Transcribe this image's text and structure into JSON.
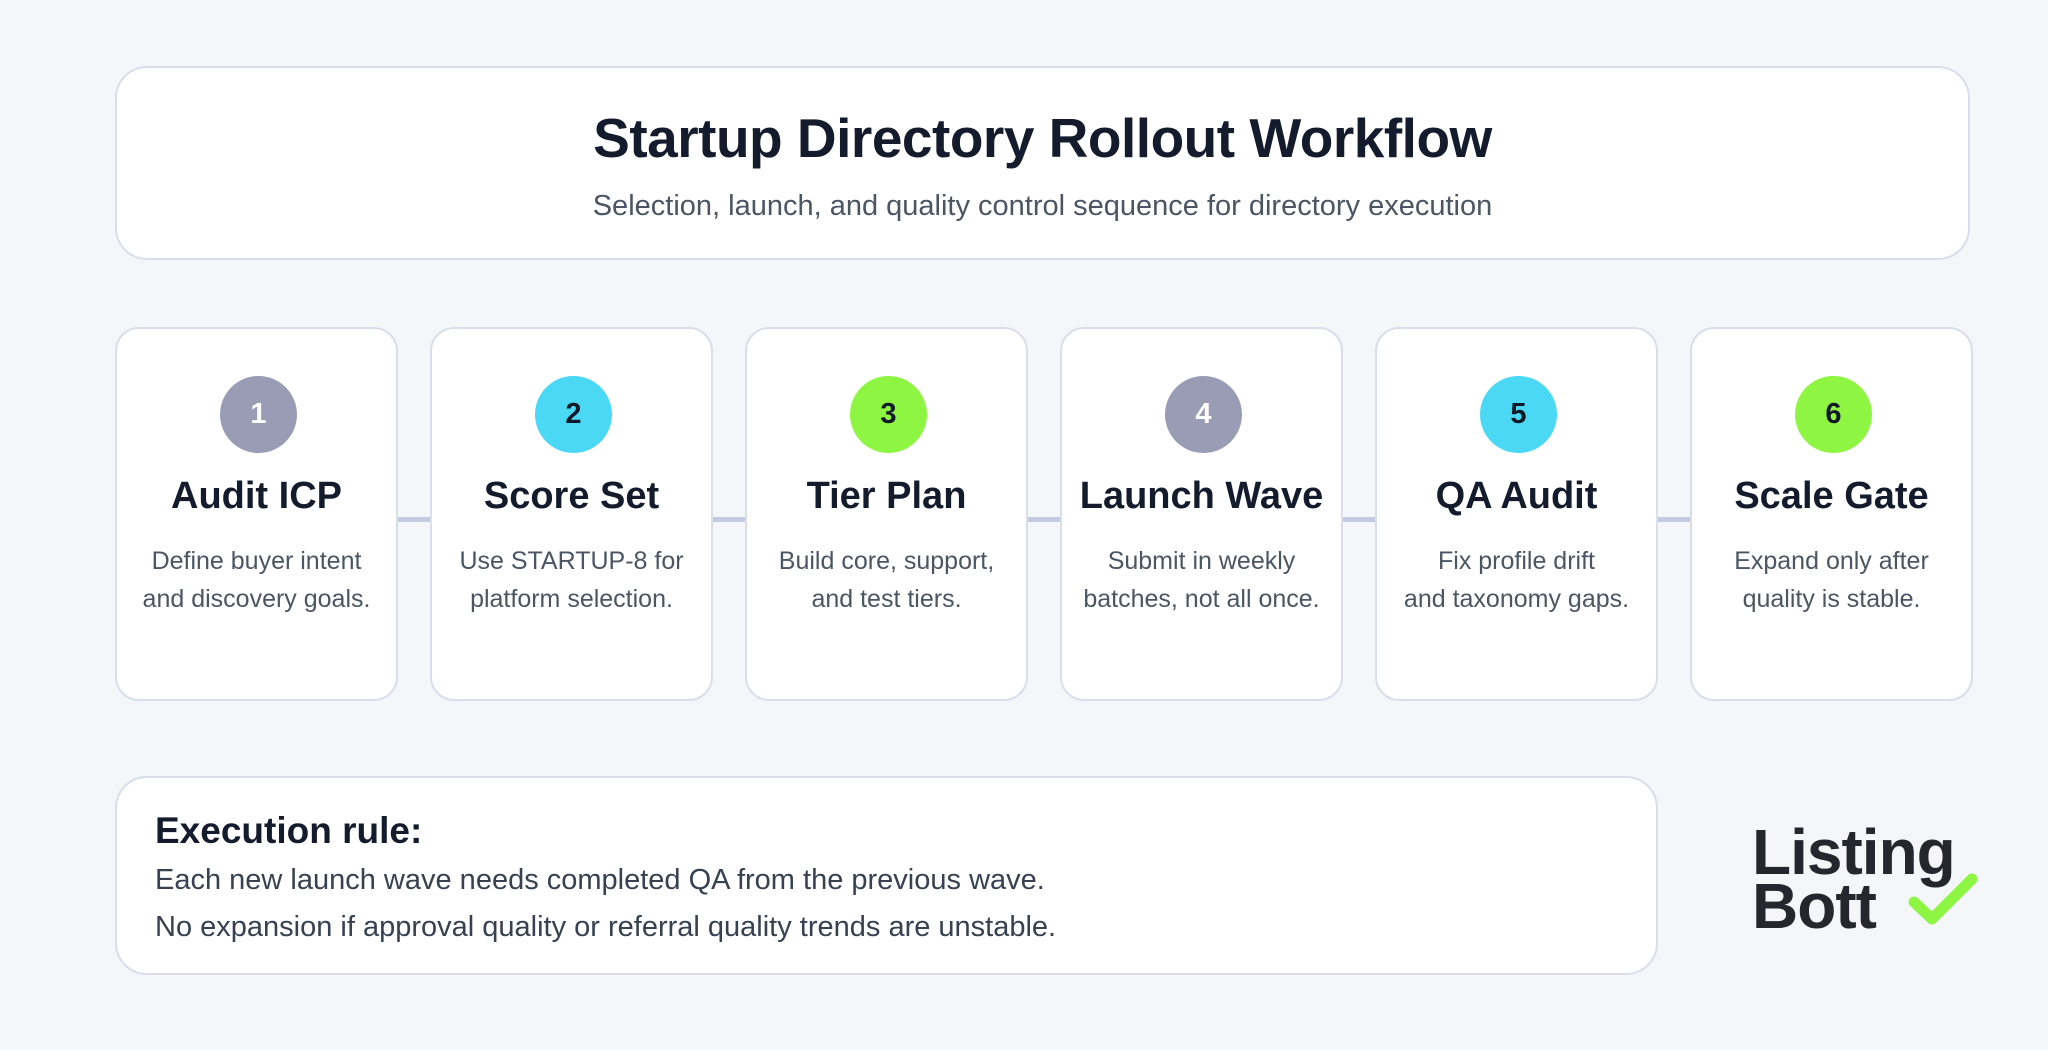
{
  "header": {
    "title": "Startup Directory Rollout Workflow",
    "subtitle": "Selection, launch, and quality control sequence for directory execution"
  },
  "colors": {
    "background": "#f4f6fa",
    "card": "#ffffff",
    "border": "#d9deea",
    "connector": "#c3cbe0",
    "badge_gray": "#9a9bb5",
    "badge_cyan": "#4ad8f5",
    "badge_green": "#8ff543",
    "logo_check": "#8ff543"
  },
  "steps": [
    {
      "number": "1",
      "title": "Audit ICP",
      "desc_line1": "Define buyer intent",
      "desc_line2": "and discovery goals.",
      "badge_color": "#9a9bb5",
      "number_color": "#ffffff"
    },
    {
      "number": "2",
      "title": "Score Set",
      "desc_line1": "Use STARTUP-8 for",
      "desc_line2": "platform selection.",
      "badge_color": "#4ad8f5",
      "number_color": "#111827"
    },
    {
      "number": "3",
      "title": "Tier Plan",
      "desc_line1": "Build core, support,",
      "desc_line2": "and test tiers.",
      "badge_color": "#8ff543",
      "number_color": "#111827"
    },
    {
      "number": "4",
      "title": "Launch Wave",
      "desc_line1": "Submit in weekly",
      "desc_line2": "batches, not all once.",
      "badge_color": "#9a9bb5",
      "number_color": "#ffffff"
    },
    {
      "number": "5",
      "title": "QA Audit",
      "desc_line1": "Fix profile drift",
      "desc_line2": "and taxonomy gaps.",
      "badge_color": "#4ad8f5",
      "number_color": "#111827"
    },
    {
      "number": "6",
      "title": "Scale Gate",
      "desc_line1": "Expand only after",
      "desc_line2": "quality is stable.",
      "badge_color": "#8ff543",
      "number_color": "#111827"
    }
  ],
  "rule": {
    "heading": "Execution rule:",
    "line1": "Each new launch wave needs completed QA from the previous wave.",
    "line2": "No expansion if approval quality or referral quality trends are unstable."
  },
  "logo": {
    "line1": "Listing",
    "line2": "Bott",
    "icon": "checkmark-icon"
  }
}
